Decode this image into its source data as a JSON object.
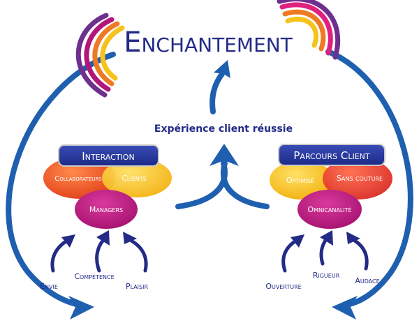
{
  "title": "Enchantement",
  "center_label": "Expérience client réussie",
  "left_group": {
    "header": "Interaction",
    "bubbles": {
      "collaborateurs": "Collaborateurs",
      "clients": "Clients",
      "managers": "Managers"
    },
    "drivers": [
      "Envie",
      "Compétence",
      "Plaisir"
    ]
  },
  "right_group": {
    "header": "Parcours Client",
    "bubbles": {
      "optimise": "Optimisé",
      "sans_couture": "Sans couture",
      "omnicanalite": "Omnicanalité"
    },
    "drivers": [
      "Ouverture",
      "Rigueur",
      "Audace"
    ]
  },
  "colors": {
    "blue": "#1f5fb0",
    "navy": "#232b86",
    "orange": "#ef5a24",
    "yellow": "#f6c21b",
    "magenta": "#b3167a",
    "pink": "#e0207e",
    "purple": "#6e2f8e",
    "red": "#e53a2c"
  }
}
